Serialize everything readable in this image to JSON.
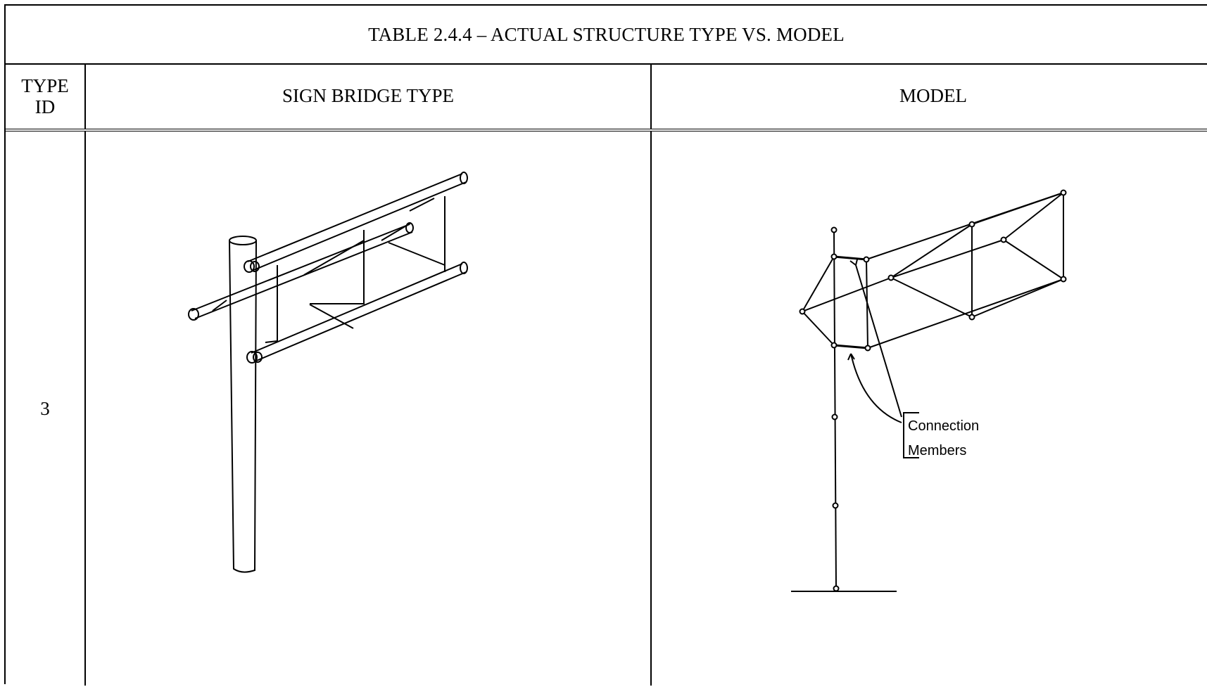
{
  "table": {
    "title": "TABLE 2.4.4 – ACTUAL STRUCTURE TYPE VS. MODEL",
    "headers": {
      "type_id": "TYPE\nID",
      "sign_bridge_type": "SIGN BRIDGE TYPE",
      "model": "MODEL"
    },
    "rows": [
      {
        "type_id": "3"
      }
    ]
  },
  "model_diagram": {
    "label_line1": "Connection",
    "label_line2": "Members"
  }
}
